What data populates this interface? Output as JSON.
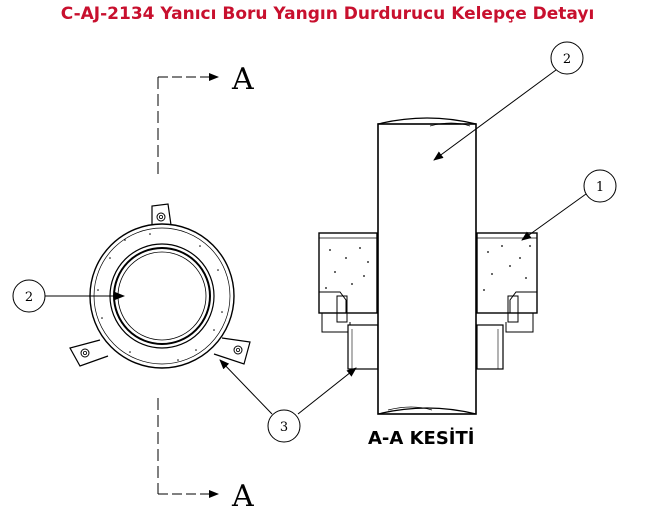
{
  "title": "C-AJ-2134 Yanıcı Boru Yangın Durdurucu Kelepçe Detayı",
  "title_color": "#c8102e",
  "section_label": "A-A KESİTİ",
  "cut_marks": {
    "top": "A",
    "bottom": "A"
  },
  "callouts": {
    "left_2": "2",
    "bottom_3": "3",
    "top_2": "2",
    "right_1": "1"
  }
}
